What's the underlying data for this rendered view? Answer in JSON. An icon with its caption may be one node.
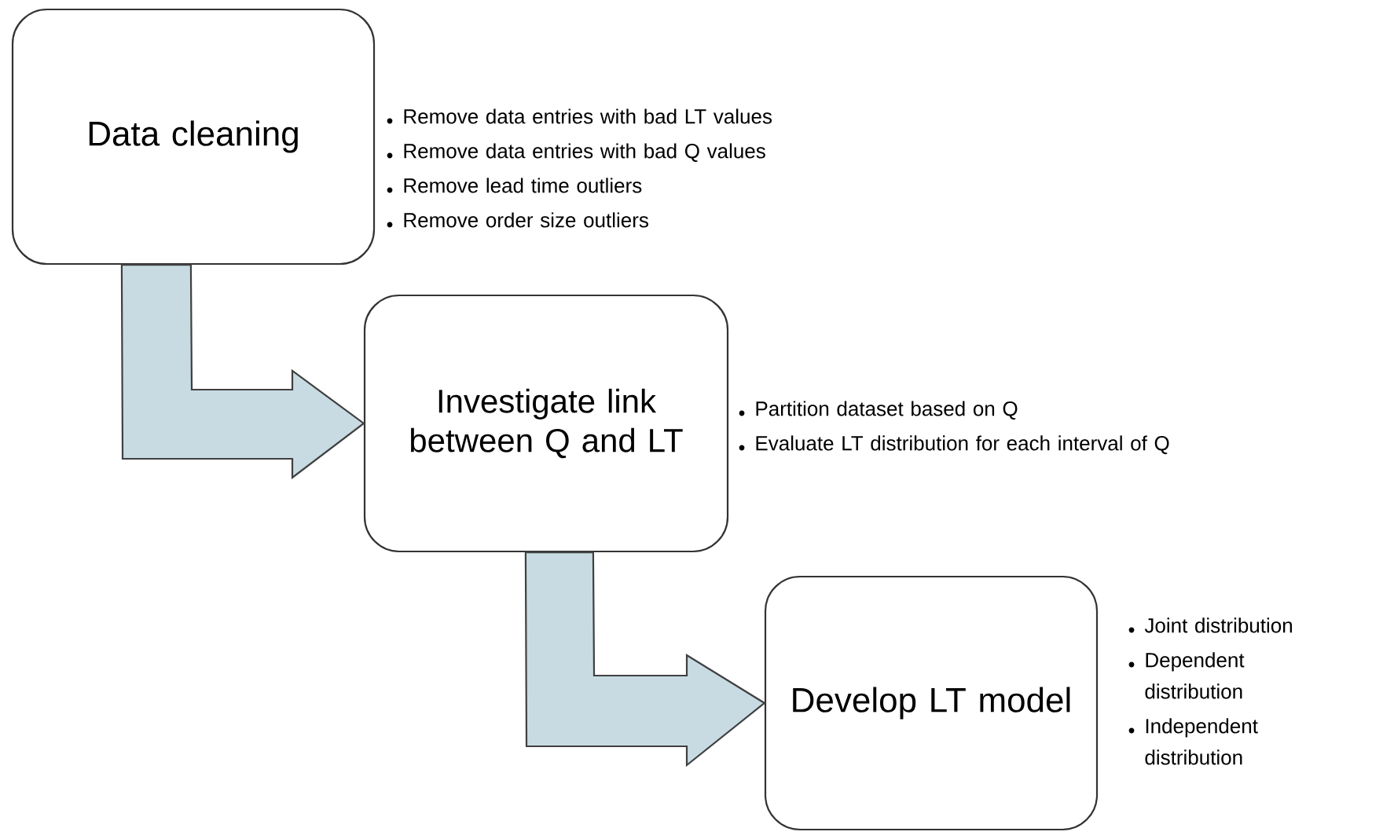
{
  "diagram": {
    "nodes": [
      {
        "text": [
          "Data cleaning"
        ],
        "beside": [
          "Remove data entries with bad LT values",
          "Remove data entries with bad Q values",
          "Remove lead time outliers",
          "Remove order size outliers"
        ]
      },
      {
        "text": [
          "Investigate link between Q and LT"
        ],
        "beside": [
          "Partition dataset based on Q",
          "Evaluate LT distribution for each interval of Q"
        ]
      },
      {
        "text": [
          "Develop LT model"
        ],
        "beside": [
          "Joint distribution",
          "Dependent distribution",
          "Independent distribution"
        ]
      }
    ],
    "edges": [
      {
        "from": 0,
        "to": 1,
        "arrow": "to"
      },
      {
        "from": 1,
        "to": 2,
        "arrow": "to"
      }
    ]
  }
}
